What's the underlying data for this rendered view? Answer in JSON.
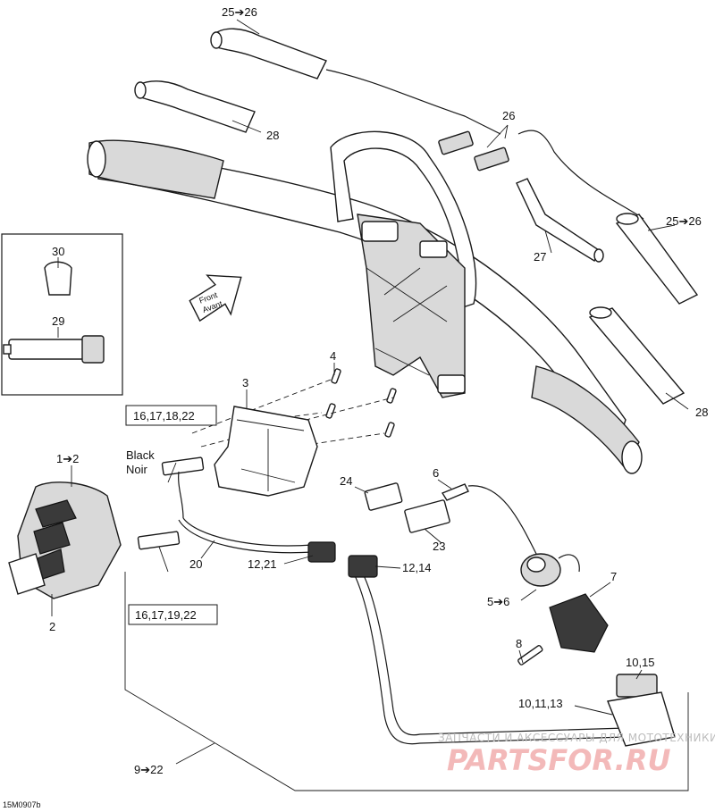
{
  "diagram_id": "15M0907b",
  "arrow_text": [
    "Front",
    "Avant"
  ],
  "wire_color": [
    "Black",
    "Noir"
  ],
  "callouts": {
    "c25_26_top": "25➔26",
    "c28_top": "28",
    "c26": "26",
    "c25_26_right": "25➔26",
    "c27": "27",
    "c28_right": "28",
    "c30": "30",
    "c29": "29",
    "c4": "4",
    "c3": "3",
    "c1_2": "1➔2",
    "c2": "2",
    "c6": "6",
    "c24": "24",
    "c23": "23",
    "c20": "20",
    "c12_21": "12,21",
    "c12_14": "12,14",
    "c7": "7",
    "c5_6": "5➔6",
    "c8": "8",
    "c10_15": "10,15",
    "c10_11_13": "10,11,13",
    "c9_22": "9➔22"
  },
  "boxes": {
    "top_connector": "16,17,18,22",
    "bottom_connector": "16,17,19,22"
  },
  "watermark": {
    "line1": "ЗАПЧАСТИ И АКСЕССУАРЫ ДЛЯ МОТОТЕХНИКИ",
    "line2": "PARTSFOR.RU"
  },
  "colors": {
    "line": "#1a1a1a",
    "fill_light": "#d9d9d9",
    "watermark": "#f3b9b9"
  }
}
